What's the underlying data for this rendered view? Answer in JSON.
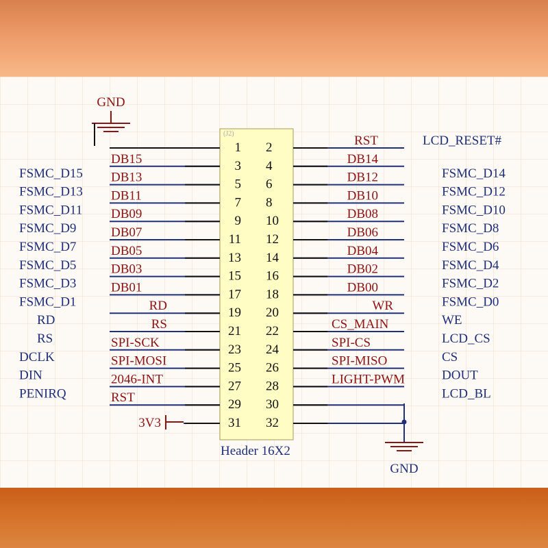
{
  "header": {
    "designator": "(J2)",
    "part_name": "Header 16X2"
  },
  "power": {
    "gnd_top": "GND",
    "gnd_bottom": "GND",
    "supply": "3V3"
  },
  "rows": [
    {
      "left_net": "",
      "left_signal": "",
      "pin_left": "1",
      "pin_right": "2",
      "right_signal": "RST",
      "right_net": "LCD_RESET#"
    },
    {
      "left_net": "FSMC_D15",
      "left_signal": "DB15",
      "pin_left": "3",
      "pin_right": "4",
      "right_signal": "DB14",
      "right_net": "FSMC_D14"
    },
    {
      "left_net": "FSMC_D13",
      "left_signal": "DB13",
      "pin_left": "5",
      "pin_right": "6",
      "right_signal": "DB12",
      "right_net": "FSMC_D12"
    },
    {
      "left_net": "FSMC_D11",
      "left_signal": "DB11",
      "pin_left": "7",
      "pin_right": "8",
      "right_signal": "DB10",
      "right_net": "FSMC_D10"
    },
    {
      "left_net": "FSMC_D9",
      "left_signal": "DB09",
      "pin_left": "9",
      "pin_right": "10",
      "right_signal": "DB08",
      "right_net": "FSMC_D8"
    },
    {
      "left_net": "FSMC_D7",
      "left_signal": "DB07",
      "pin_left": "11",
      "pin_right": "12",
      "right_signal": "DB06",
      "right_net": "FSMC_D6"
    },
    {
      "left_net": "FSMC_D5",
      "left_signal": "DB05",
      "pin_left": "13",
      "pin_right": "14",
      "right_signal": "DB04",
      "right_net": "FSMC_D4"
    },
    {
      "left_net": "FSMC_D3",
      "left_signal": "DB03",
      "pin_left": "15",
      "pin_right": "16",
      "right_signal": "DB02",
      "right_net": "FSMC_D2"
    },
    {
      "left_net": "FSMC_D1",
      "left_signal": "DB01",
      "pin_left": "17",
      "pin_right": "18",
      "right_signal": "DB00",
      "right_net": "FSMC_D0"
    },
    {
      "left_net": "RD",
      "left_signal": "RD",
      "pin_left": "19",
      "pin_right": "20",
      "right_signal": "WR",
      "right_net": "WE"
    },
    {
      "left_net": "RS",
      "left_signal": "RS",
      "pin_left": "21",
      "pin_right": "22",
      "right_signal": "CS_MAIN",
      "right_net": "LCD_CS"
    },
    {
      "left_net": "DCLK",
      "left_signal": "SPI-SCK",
      "pin_left": "23",
      "pin_right": "24",
      "right_signal": "SPI-CS",
      "right_net": "CS"
    },
    {
      "left_net": "DIN",
      "left_signal": "SPI-MOSI",
      "pin_left": "25",
      "pin_right": "26",
      "right_signal": "SPI-MISO",
      "right_net": "DOUT"
    },
    {
      "left_net": "PENIRQ",
      "left_signal": "2046-INT",
      "pin_left": "27",
      "pin_right": "28",
      "right_signal": "LIGHT-PWM",
      "right_net": "LCD_BL"
    },
    {
      "left_net": "",
      "left_signal": "RST",
      "pin_left": "29",
      "pin_right": "30",
      "right_signal": "",
      "right_net": ""
    },
    {
      "left_net": "",
      "left_signal": "",
      "pin_left": "31",
      "pin_right": "32",
      "right_signal": "",
      "right_net": ""
    }
  ]
}
